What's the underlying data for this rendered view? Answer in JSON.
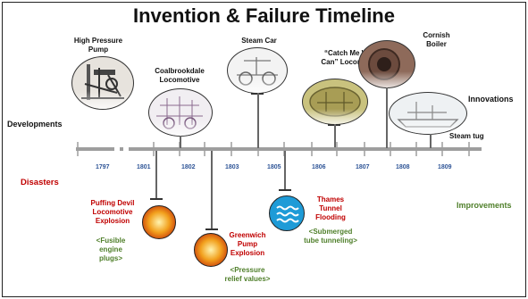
{
  "title": "Invention & Failure Timeline",
  "side_labels": {
    "developments": "Developments",
    "disasters": "Disasters",
    "innovations": "Innovations",
    "improvements": "Improvements"
  },
  "years": [
    "1797",
    "1801",
    "1802",
    "1803",
    "1805",
    "1806",
    "1807",
    "1808",
    "1809"
  ],
  "developments": [
    {
      "label": "High Pressure Pump",
      "icon": "pump-engraving"
    },
    {
      "label": "Coalbrookdale Locomotive",
      "icon": "locomotive-sketch"
    },
    {
      "label": "Steam Car",
      "icon": "steam-car-sketch"
    },
    {
      "label": "“Catch Me Who Can” Locomotive",
      "icon": "locomotive-photo"
    },
    {
      "label": "Cornish Boiler",
      "icon": "boiler-photo"
    },
    {
      "label": "Steam tug",
      "icon": "steam-tug-sketch"
    }
  ],
  "disasters": [
    {
      "label": "Puffing Devil Locomotive Explosion",
      "improvement": "<Fusible engine plugs>",
      "icon": "explosion-icon"
    },
    {
      "label": "Greenwich Pump Explosion",
      "improvement": "<Pressure relief values>",
      "icon": "explosion-icon"
    },
    {
      "label": "Thames Tunnel Flooding",
      "improvement": "<Submerged tube tunneling>",
      "icon": "water-waves-icon"
    }
  ],
  "colors": {
    "disaster_text": "#c00000",
    "improvement_text": "#4f7f2a",
    "year_text": "#2f5597",
    "timeline": "#9e9e9e",
    "flood_icon": "#1e9bd7",
    "explosion_core": "#f2a01d"
  }
}
